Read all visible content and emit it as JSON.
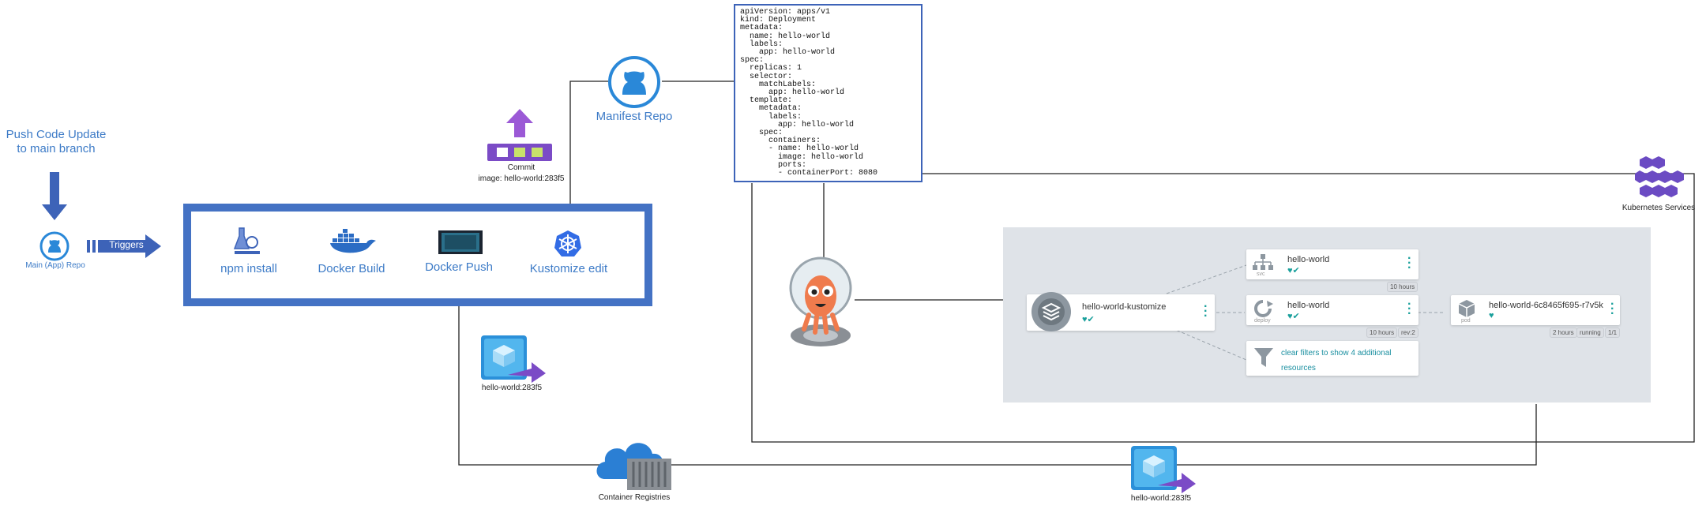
{
  "push_update": {
    "line1": "Push Code Update",
    "line2": "to main branch"
  },
  "main_repo": {
    "label": "Main (App) Repo"
  },
  "triggers": {
    "label": "Triggers"
  },
  "pipeline": {
    "steps": [
      {
        "label": "npm install"
      },
      {
        "label": "Docker Build"
      },
      {
        "label": "Docker Push"
      },
      {
        "label": "Kustomize edit"
      }
    ]
  },
  "commit": {
    "label": "Commit",
    "image": "image: hello-world:283f5"
  },
  "manifest_repo": {
    "label": "Manifest Repo"
  },
  "yaml": {
    "text": "apiVersion: apps/v1\nkind: Deployment\nmetadata:\n  name: hello-world\n  labels:\n    app: hello-world\nspec:\n  replicas: 1\n  selector:\n    matchLabels:\n      app: hello-world\n  template:\n    metadata:\n      labels:\n        app: hello-world\n    spec:\n      containers:\n      - name: hello-world\n        image: hello-world\n        ports:\n        - containerPort: 8080"
  },
  "k8s": {
    "label": "Kubernetes Services"
  },
  "image_left": {
    "label": "hello-world:283f5"
  },
  "image_bottom": {
    "label": "hello-world:283f5"
  },
  "registry": {
    "label": "Container Registries"
  },
  "argo": {
    "app": {
      "name": "hello-world-kustomize"
    },
    "svc": {
      "name": "hello-world",
      "kind": "svc",
      "age": "10 hours"
    },
    "deploy": {
      "name": "hello-world",
      "kind": "deploy",
      "age": "10 hours",
      "rev": "rev:2"
    },
    "pod": {
      "name": "hello-world-6c8465f695-r7v5k",
      "kind": "pod",
      "age": "2 hours",
      "status": "running",
      "count": "1/1"
    },
    "filter": {
      "line1": "clear filters to show 4 additional",
      "line2": "resources"
    }
  },
  "colors": {
    "accent_blue": "#3d63b8",
    "pipeline_border": "#4472c4",
    "github_blue": "#2a88d8",
    "argo_teal": "#1aa09c",
    "k8s_purple": "#6b4bc3"
  }
}
